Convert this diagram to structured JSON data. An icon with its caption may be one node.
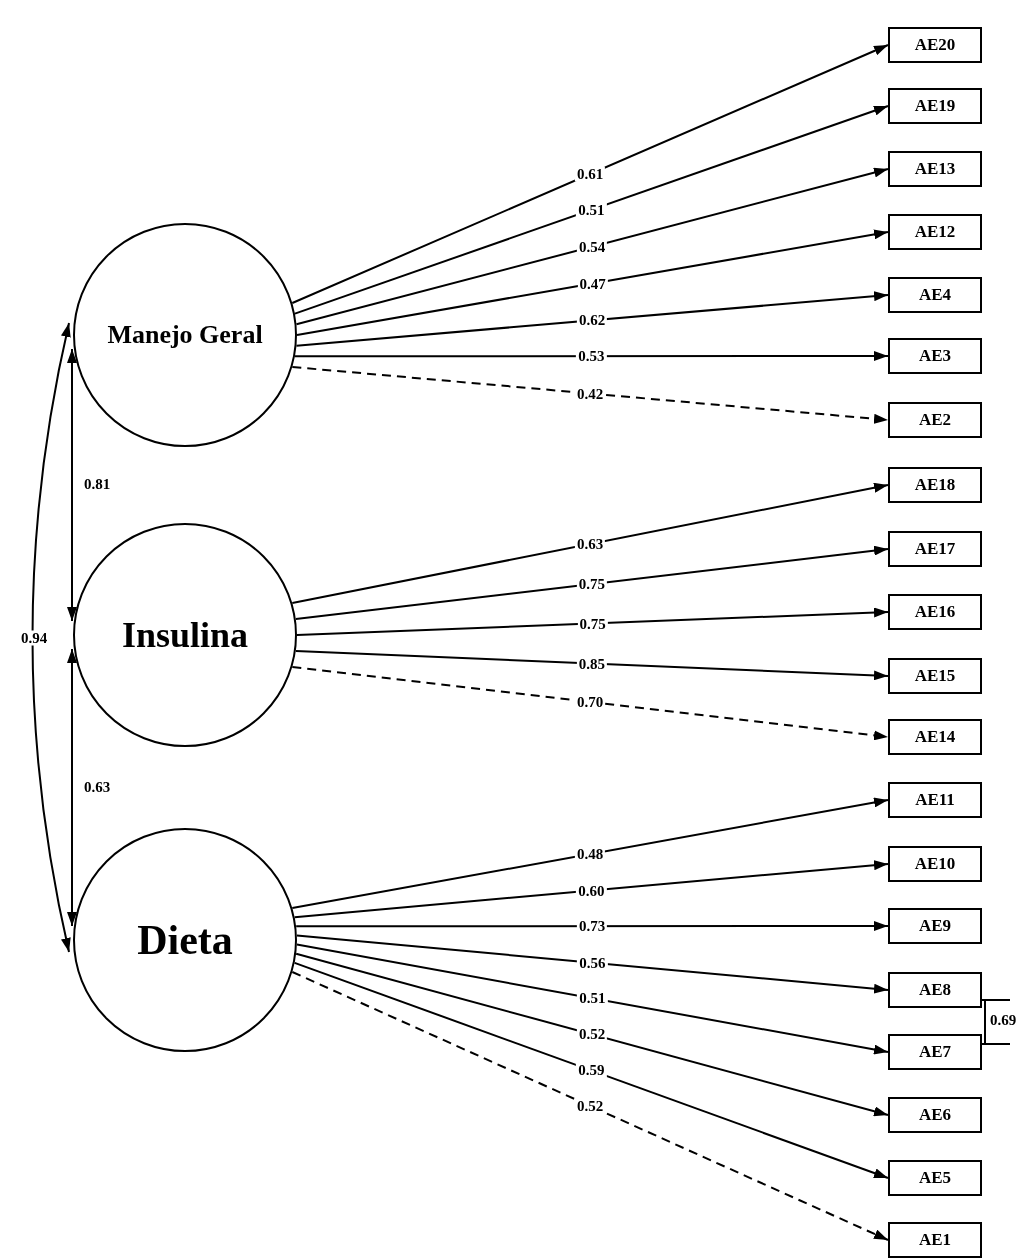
{
  "diagram": {
    "nodes": [
      {
        "text": [
          "Manejo Geral"
        ]
      },
      {
        "text": [
          "Insulina"
        ]
      },
      {
        "text": [
          "Dieta"
        ]
      },
      {
        "text": [
          "AE20"
        ]
      },
      {
        "text": [
          "AE19"
        ]
      },
      {
        "text": [
          "AE13"
        ]
      },
      {
        "text": [
          "AE12"
        ]
      },
      {
        "text": [
          "AE4"
        ]
      },
      {
        "text": [
          "AE3"
        ]
      },
      {
        "text": [
          "AE2"
        ]
      },
      {
        "text": [
          "AE18"
        ]
      },
      {
        "text": [
          "AE17"
        ]
      },
      {
        "text": [
          "AE16"
        ]
      },
      {
        "text": [
          "AE15"
        ]
      },
      {
        "text": [
          "AE14"
        ]
      },
      {
        "text": [
          "AE11"
        ]
      },
      {
        "text": [
          "AE10"
        ]
      },
      {
        "text": [
          "AE9"
        ]
      },
      {
        "text": [
          "AE8"
        ]
      },
      {
        "text": [
          "AE7"
        ]
      },
      {
        "text": [
          "AE6"
        ]
      },
      {
        "text": [
          "AE5"
        ]
      },
      {
        "text": [
          "AE1"
        ]
      }
    ],
    "edges": [
      {
        "from": 0,
        "to": 3,
        "arrow": "to",
        "label": "0.61"
      },
      {
        "from": 0,
        "to": 4,
        "arrow": "to",
        "label": "0.51"
      },
      {
        "from": 0,
        "to": 5,
        "arrow": "to",
        "label": "0.54"
      },
      {
        "from": 0,
        "to": 6,
        "arrow": "to",
        "label": "0.47"
      },
      {
        "from": 0,
        "to": 7,
        "arrow": "to",
        "label": "0.62"
      },
      {
        "from": 0,
        "to": 8,
        "arrow": "to",
        "label": "0.53"
      },
      {
        "from": 0,
        "to": 9,
        "arrow": "to",
        "label": "0.42",
        "style": "dashed"
      },
      {
        "from": 1,
        "to": 10,
        "arrow": "to",
        "label": "0.63"
      },
      {
        "from": 1,
        "to": 11,
        "arrow": "to",
        "label": "0.75"
      },
      {
        "from": 1,
        "to": 12,
        "arrow": "to",
        "label": "0.75"
      },
      {
        "from": 1,
        "to": 13,
        "arrow": "to",
        "label": "0.85"
      },
      {
        "from": 1,
        "to": 14,
        "arrow": "to",
        "label": "0.70",
        "style": "dashed"
      },
      {
        "from": 2,
        "to": 15,
        "arrow": "to",
        "label": "0.48"
      },
      {
        "from": 2,
        "to": 16,
        "arrow": "to",
        "label": "0.60"
      },
      {
        "from": 2,
        "to": 17,
        "arrow": "to",
        "label": "0.73"
      },
      {
        "from": 2,
        "to": 18,
        "arrow": "to",
        "label": "0.56"
      },
      {
        "from": 2,
        "to": 19,
        "arrow": "to",
        "label": "0.51"
      },
      {
        "from": 2,
        "to": 20,
        "arrow": "to",
        "label": "0.52"
      },
      {
        "from": 2,
        "to": 21,
        "arrow": "to",
        "label": "0.59"
      },
      {
        "from": 2,
        "to": 22,
        "arrow": "to",
        "label": "0.52",
        "style": "dashed"
      },
      {
        "from": 0,
        "to": 1,
        "arrow": "both",
        "label": "0.81"
      },
      {
        "from": 1,
        "to": 2,
        "arrow": "both",
        "label": "0.63"
      },
      {
        "from": 0,
        "to": 2,
        "arrow": "both",
        "label": "0.94"
      },
      {
        "from": 18,
        "to": 19,
        "arrow": "none",
        "label": "0.69"
      }
    ]
  }
}
